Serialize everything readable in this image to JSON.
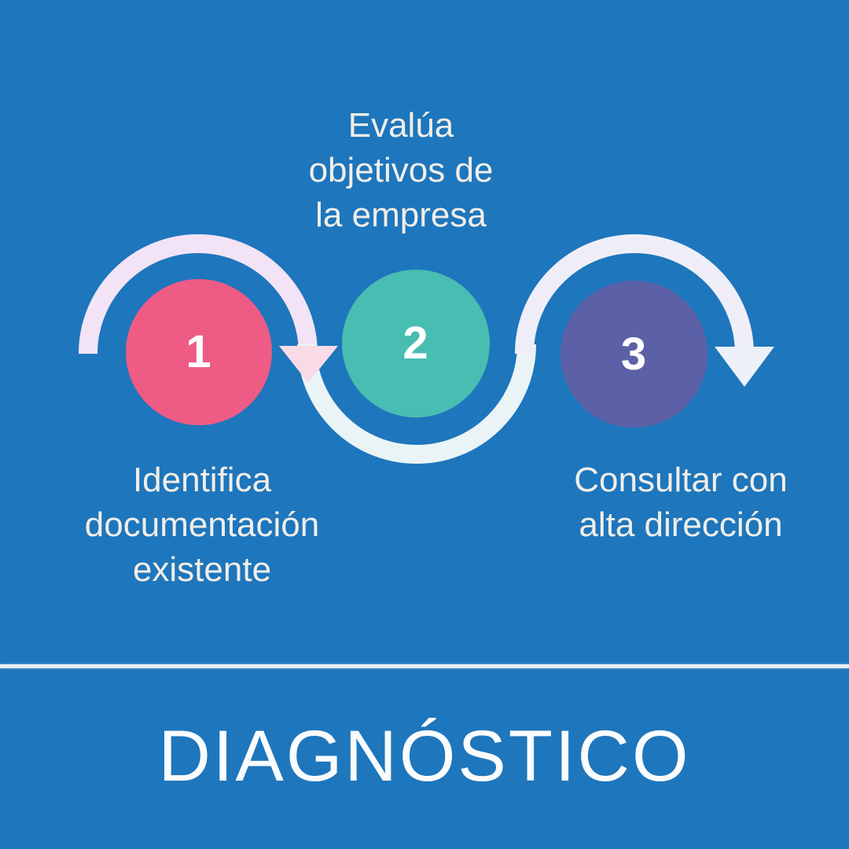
{
  "palette": {
    "background": "#1e76bc",
    "body_text": "#f1eee8",
    "number_text": "#ffffff",
    "title_text": "#fafcfd",
    "divider": "#e5edf5",
    "flow": {
      "arc1": "#f3e3f6",
      "arc2": "#eaf4f7",
      "arc3": "#efeef8",
      "arrowhead1": "#f9dbe8",
      "arrowhead2": "#edf0f9"
    }
  },
  "steps": [
    {
      "number": "1",
      "label": "Identifica\ndocumentación\nexistente",
      "circle_color": "#ee5b85"
    },
    {
      "number": "2",
      "label": "Evalúa\nobjetivos de\nla empresa",
      "circle_color": "#48bdb2"
    },
    {
      "number": "3",
      "label": "Consultar con\nalta dirección",
      "circle_color": "#5c61a7"
    }
  ],
  "title": "DIAGNÓSTICO"
}
